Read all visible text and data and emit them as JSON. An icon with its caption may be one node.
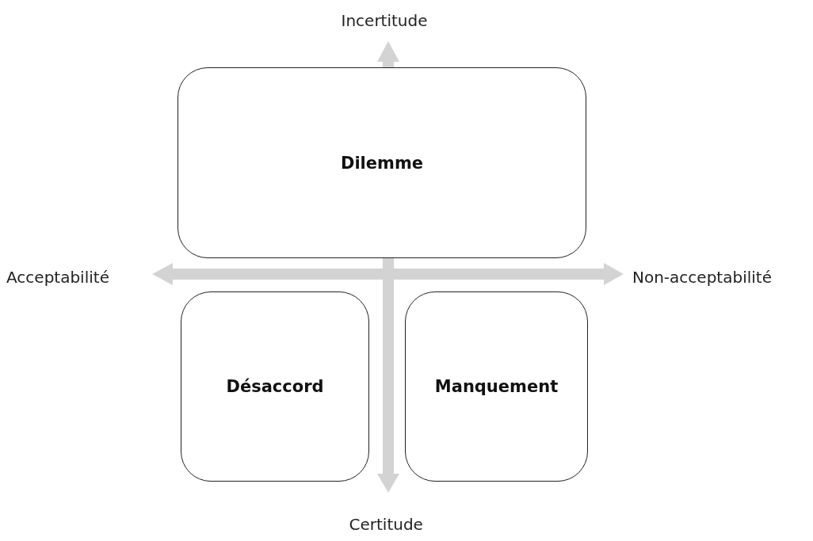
{
  "diagram": {
    "nodes": [
      {
        "text": [
          "Dilemme"
        ]
      },
      {
        "text": [
          "Désaccord"
        ]
      },
      {
        "text": [
          "Manquement"
        ]
      }
    ],
    "labels": [
      "Incertitude",
      "Acceptabilité",
      "Non-acceptabilité",
      "Certitude"
    ]
  }
}
